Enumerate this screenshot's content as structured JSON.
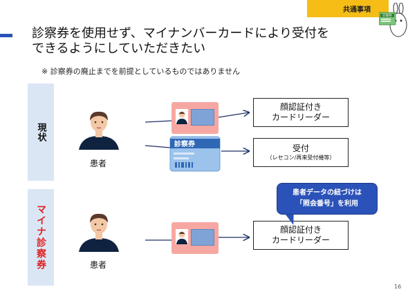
{
  "header": {
    "tag": "共通事項",
    "mascot_text": "診察券"
  },
  "title": {
    "line1": "診察券を使用せず、マイナンバーカードにより受付を",
    "line2": "できるようにしていただきたい"
  },
  "note": "※ 診察券の廃止までを前提としているものではありません",
  "sections": {
    "current": "現状",
    "mynumber": "マイナ診察券"
  },
  "patient_label": "患者",
  "insurance_card": {
    "title": "診察券"
  },
  "boxes": {
    "reader_line1": "顔認証付き",
    "reader_line2": "カードリーダー",
    "receipt_title": "受付",
    "receipt_sub": "（レセコン/再来受付機等）"
  },
  "callout": {
    "line1": "患者データの紐づけは",
    "line2": "「照会番号」を利用"
  },
  "page_number": "16",
  "colors": {
    "accent_blue": "#2b52b8",
    "tag_yellow": "#f6bd16",
    "band_blue": "#dbe6f5",
    "card_pink": "#f7a7a1",
    "label_red": "#e02020"
  }
}
